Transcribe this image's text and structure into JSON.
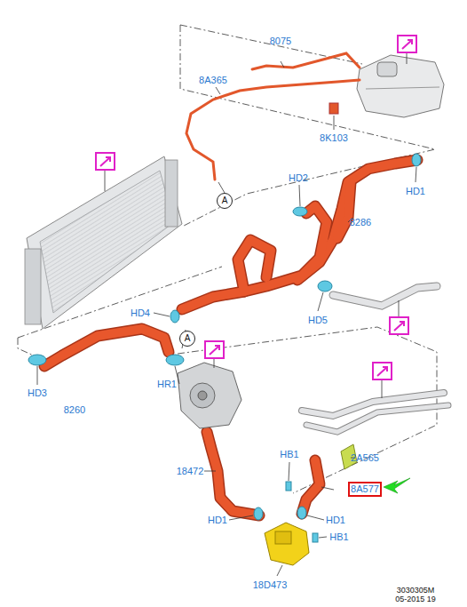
{
  "diagram": {
    "nodes": [
      {
        "text": [
          "A"
        ]
      },
      {
        "text": [
          "A"
        ]
      },
      {
        "text": [
          "8A577"
        ]
      }
    ],
    "labels": [
      "8075",
      "8A365",
      "8K103",
      "HD2",
      "HD1",
      "8286",
      "HD4",
      "HD5",
      "HD3",
      "8260",
      "HR1",
      "18472",
      "HB1",
      "2A565",
      "HD1",
      "HD1",
      "HB1",
      "18D473",
      "3030305M",
      "05-2015 19"
    ]
  }
}
